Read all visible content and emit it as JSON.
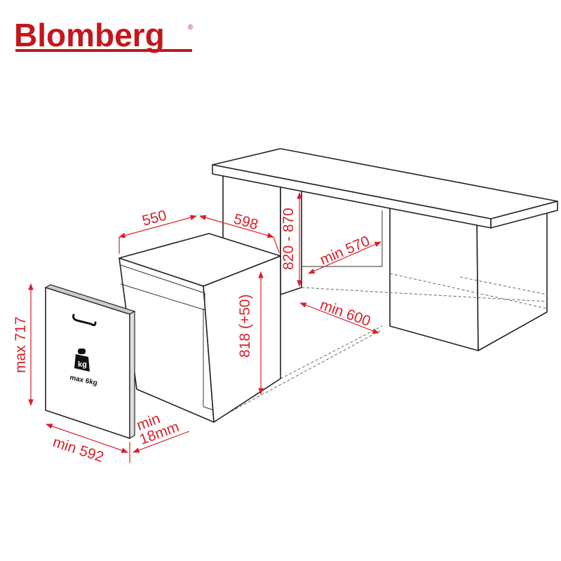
{
  "logo": {
    "text": "Blomberg",
    "registered": "®",
    "color": "#c4161c"
  },
  "dimensions": {
    "depth": "550",
    "width": "598",
    "niche_height": "820 - 870",
    "niche_depth": "min 570",
    "niche_width": "min 600",
    "appliance_height": "818 (+50)",
    "door_height": "max 717",
    "door_width": "min 592",
    "door_thickness_line1": "min",
    "door_thickness_line2": "18mm"
  },
  "door_label": {
    "weight_icon_text": "kg",
    "max_weight": "max 6kg"
  },
  "colors": {
    "dimension": "#d8202a",
    "outline": "#222222"
  }
}
